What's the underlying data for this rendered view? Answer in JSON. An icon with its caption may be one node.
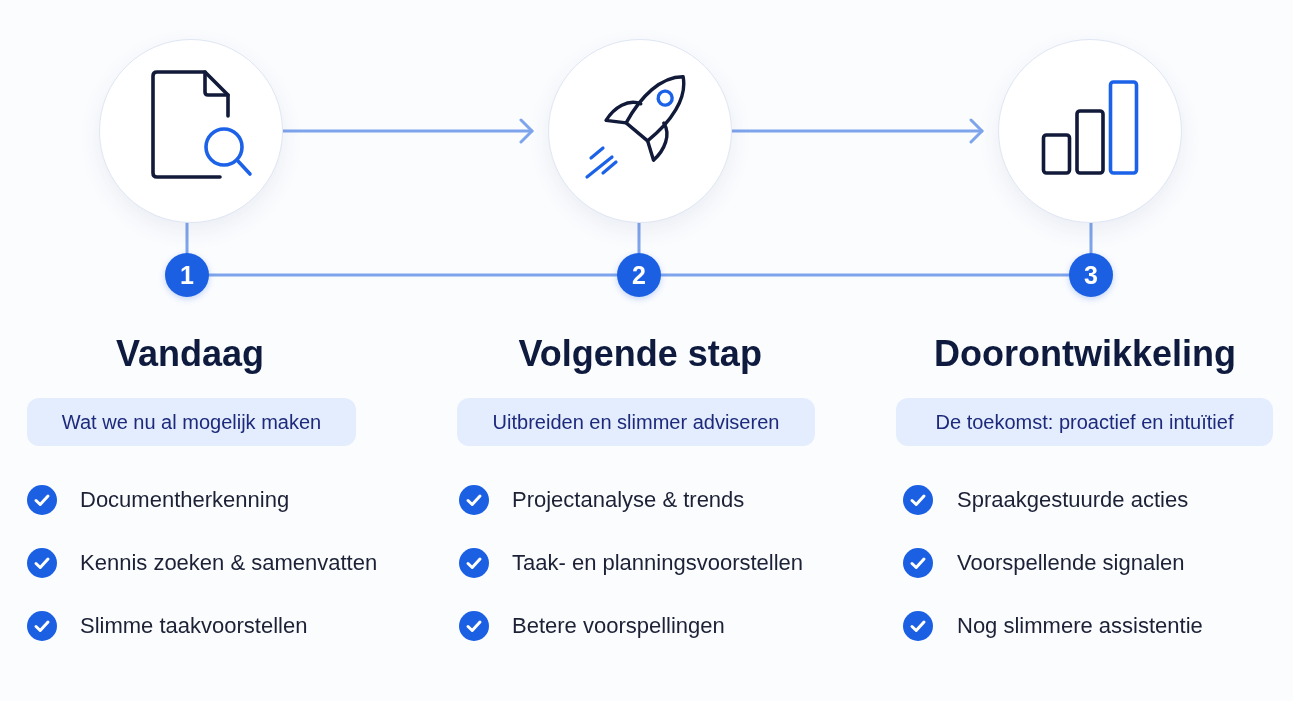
{
  "diagram": {
    "nodes": [
      {
        "text": [],
        "shape": "circle"
      },
      {
        "text": [],
        "shape": "circle"
      },
      {
        "text": [],
        "shape": "circle"
      },
      {
        "text": [
          "1"
        ]
      },
      {
        "text": [
          "2"
        ]
      },
      {
        "text": [
          "3"
        ]
      },
      {
        "text": [
          "Wat we nu al mogelijk maken"
        ]
      },
      {
        "text": [
          "Uitbreiden en slimmer adviseren"
        ]
      },
      {
        "text": [
          "De toekomst: proactief en intuïtief"
        ]
      }
    ],
    "edges": [
      {
        "from": 0,
        "to": 1,
        "arrow": "to"
      },
      {
        "from": 1,
        "to": 2,
        "arrow": "to"
      },
      {
        "from": 0,
        "to": 3,
        "arrow": "none"
      },
      {
        "from": 1,
        "to": 4,
        "arrow": "none"
      },
      {
        "from": 2,
        "to": 5,
        "arrow": "none"
      },
      {
        "from": 3,
        "to": 4,
        "arrow": "none"
      },
      {
        "from": 4,
        "to": 5,
        "arrow": "none"
      }
    ],
    "labels": [
      "Vandaag",
      "Volgende stap",
      "Doorontwikkeling",
      "Documentherkenning",
      "Projectanalyse & trends",
      "Spraakgestuurde acties",
      "Kennis zoeken & samenvatten",
      "Taak- en planningsvoorstellen",
      "Voorspellende signalen",
      "Slimme taakvoorstellen",
      "Betere voorspellingen",
      "Nog slimmere assistentie"
    ]
  }
}
